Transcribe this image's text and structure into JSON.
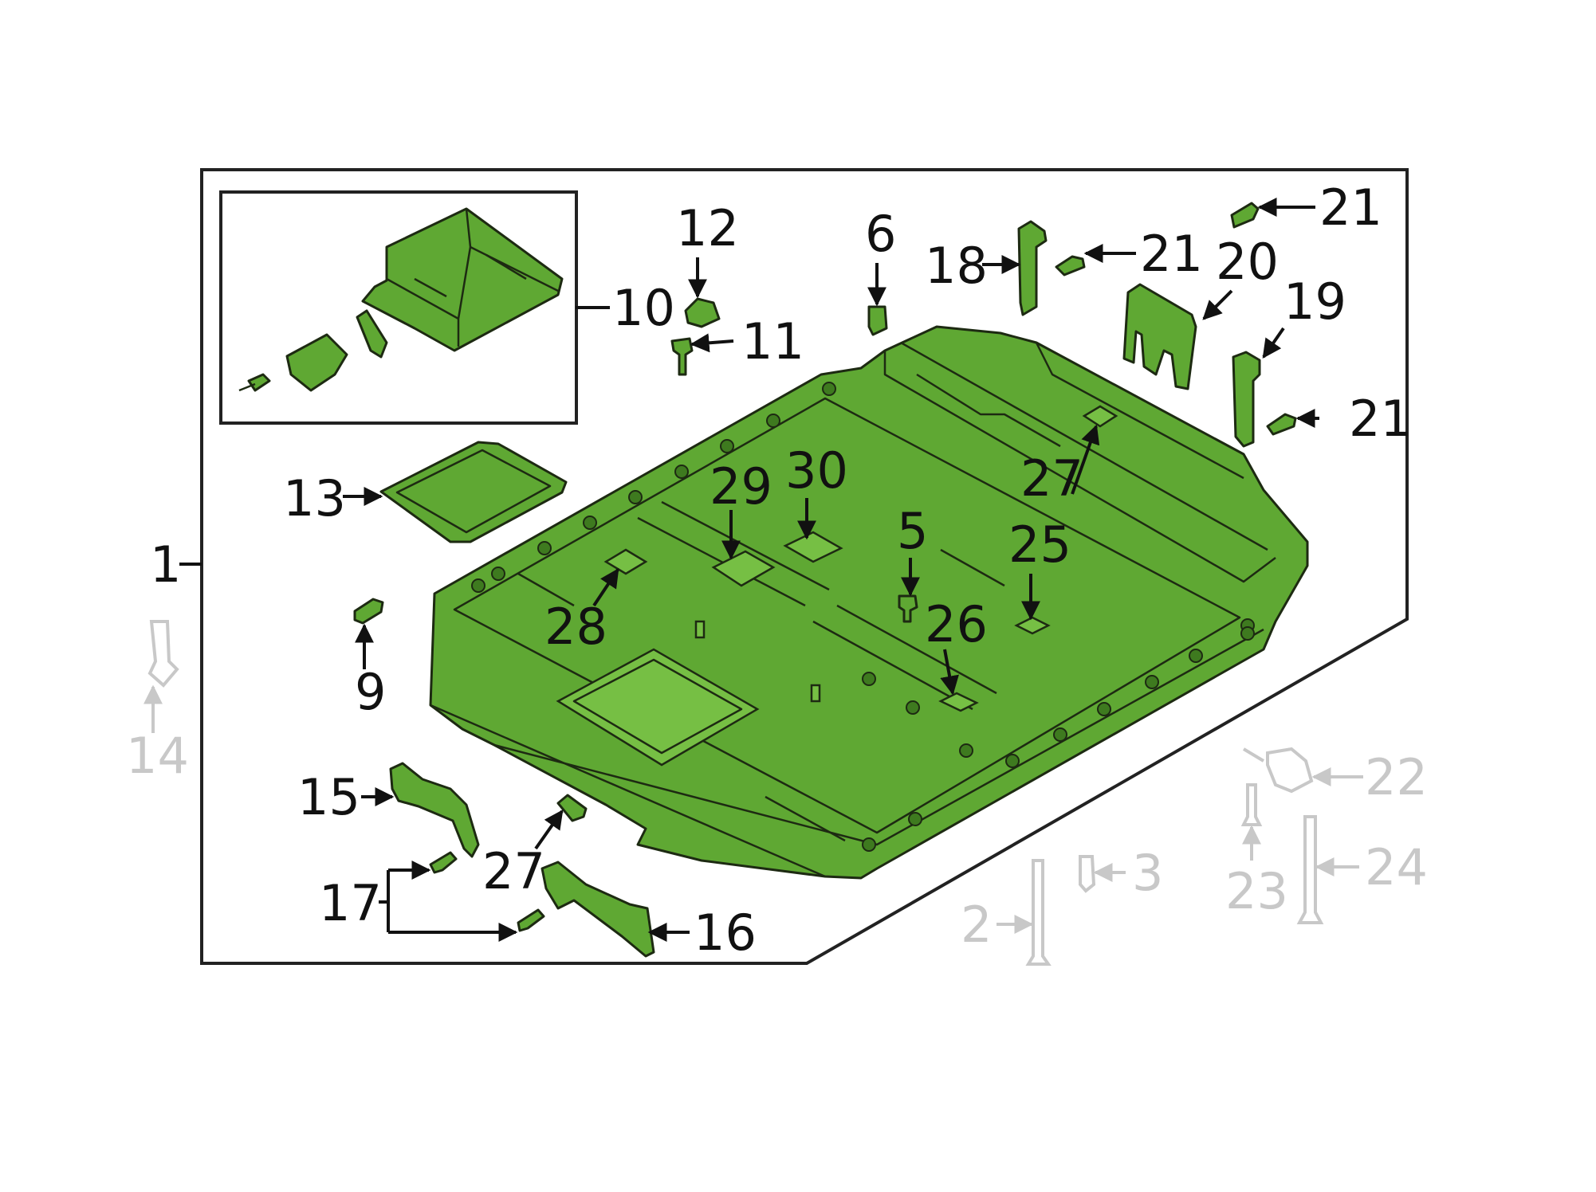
{
  "colors": {
    "part_fill": "#5fa833",
    "part_outline": "#1d2a12",
    "callout_text": "#111111",
    "faded_callout_text": "#c8c8c8",
    "background": "#ffffff"
  },
  "callouts": {
    "c1": "1",
    "c2": "2",
    "c3": "3",
    "c5": "5",
    "c6": "6",
    "c9": "9",
    "c10": "10",
    "c11": "11",
    "c12": "12",
    "c13": "13",
    "c14": "14",
    "c15": "15",
    "c16": "16",
    "c17": "17",
    "c18": "18",
    "c19": "19",
    "c20": "20",
    "c21a": "21",
    "c21b": "21",
    "c21c": "21",
    "c22": "22",
    "c23": "23",
    "c24": "24",
    "c25": "25",
    "c26": "26",
    "c27a": "27",
    "c27b": "27",
    "c28": "28",
    "c29": "29",
    "c30": "30"
  }
}
